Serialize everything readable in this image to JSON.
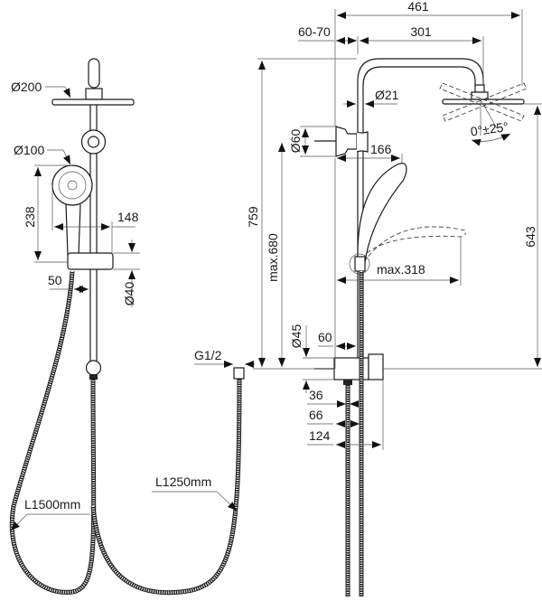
{
  "drawing": {
    "title": "Shower system dimensional drawing",
    "left_view": {
      "overhead_shower_diameter": "Ø200",
      "hand_shower_diameter": "Ø100",
      "hand_shower_height": "238",
      "hand_shower_projection": "148",
      "slider_offset": "50",
      "slider_diameter": "Ø40",
      "inlet_thread": "G1/2",
      "hose_length_1": "L1500mm",
      "hose_length_2": "L1250mm"
    },
    "right_view": {
      "total_projection": "461",
      "wall_distance": "60-70",
      "arm_length": "301",
      "pipe_diameter": "Ø21",
      "bracket_diameter": "Ø60",
      "bracket_projection": "166",
      "tilt_angle": "0°±25°",
      "total_height": "759",
      "max_slide_height": "max.680",
      "head_height": "643",
      "max_hand_projection": "max.318",
      "mixer_diameter": "Ø45",
      "mixer_offset": "60",
      "outlet_distance_1": "36",
      "outlet_distance_2": "66",
      "mixer_depth": "124"
    }
  }
}
